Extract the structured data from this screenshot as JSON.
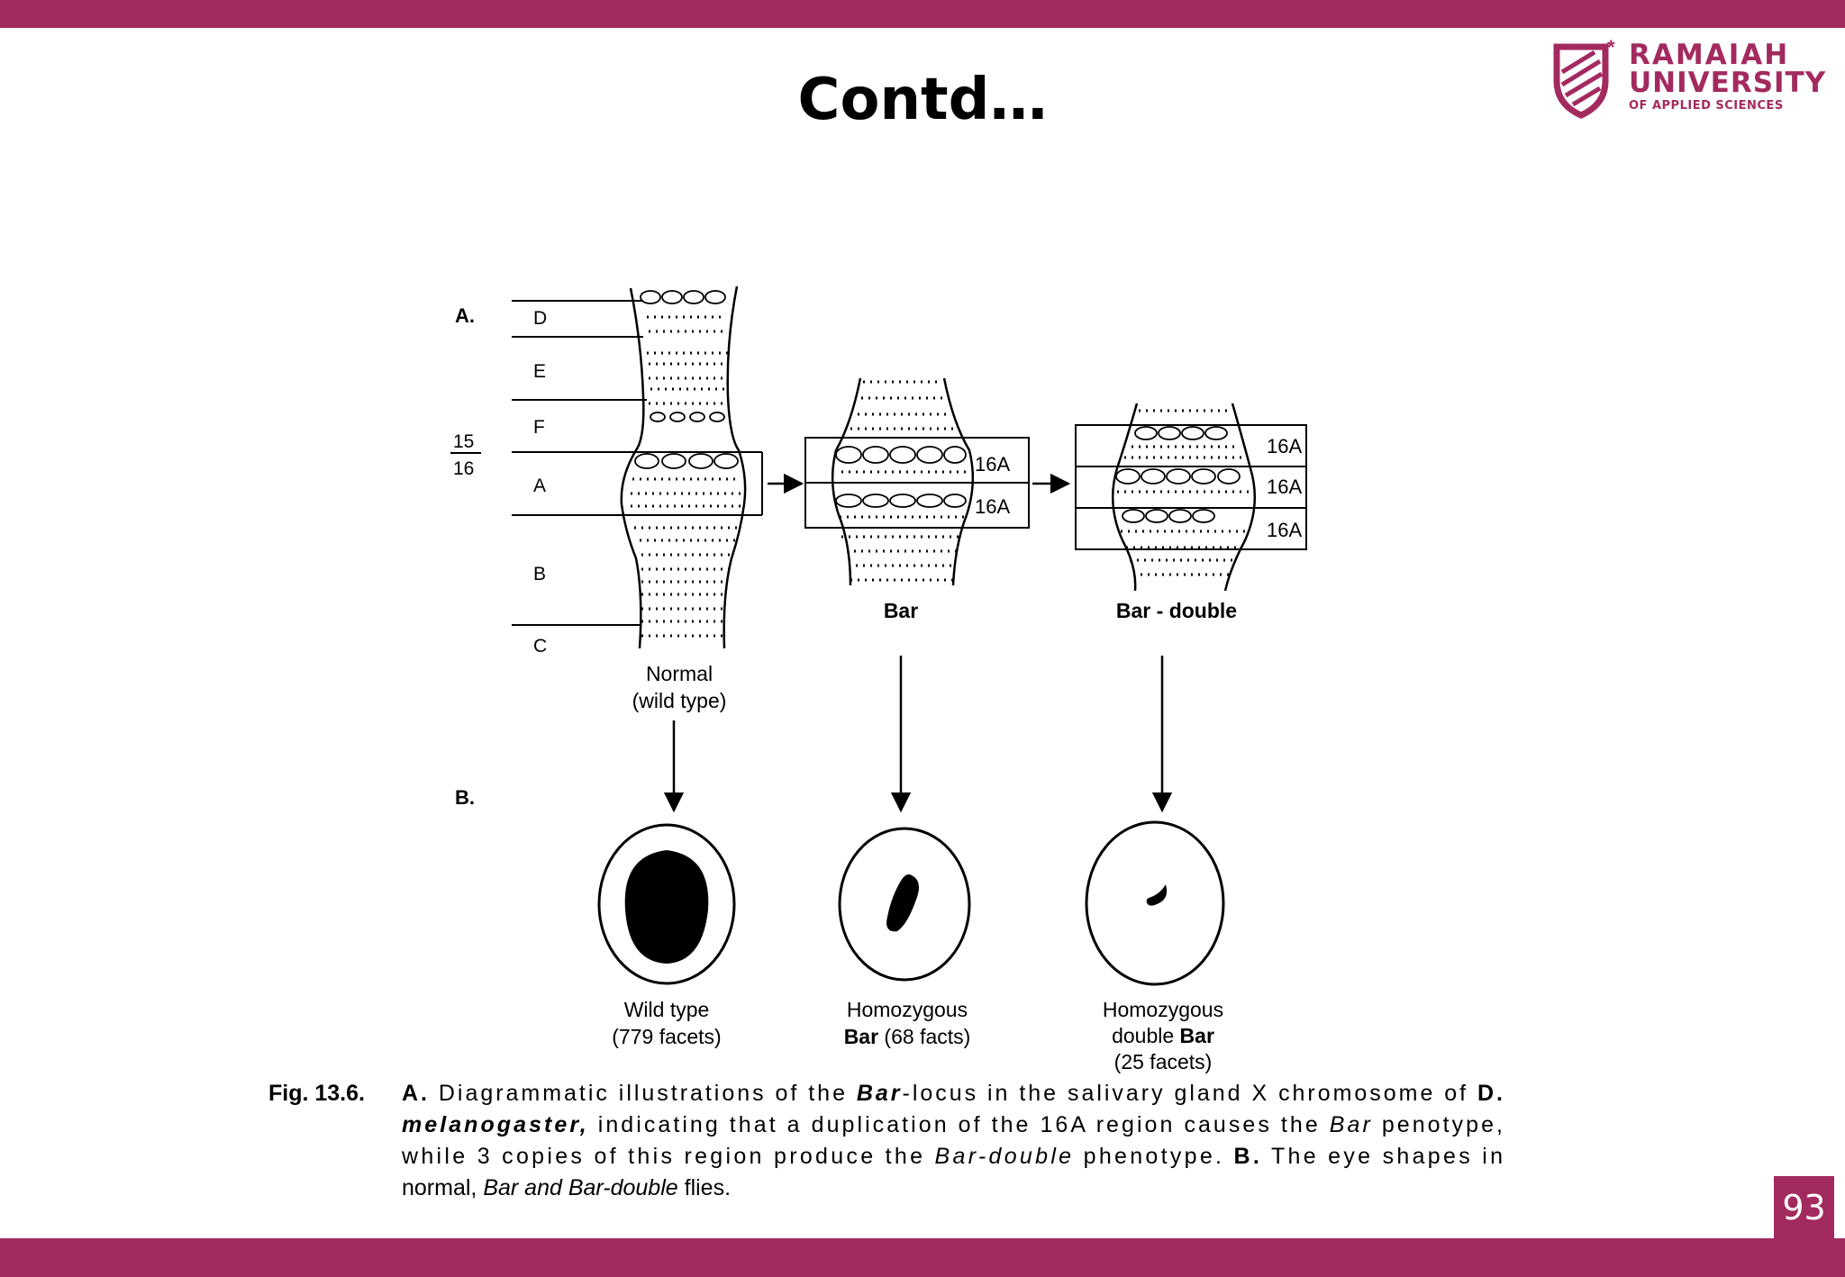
{
  "slide": {
    "title": "Contd…",
    "page_number": "93",
    "brand_color": "#a32a5e"
  },
  "logo": {
    "line1": "RAMAIAH",
    "line2": "UNIVERSITY",
    "line3": "OF APPLIED SCIENCES"
  },
  "figure": {
    "part_a": "A.",
    "part_b": "B.",
    "fraction_top": "15",
    "fraction_bottom": "16",
    "bands": [
      "D",
      "E",
      "F",
      "A",
      "B",
      "C"
    ],
    "region_label": "16A",
    "normal_label_1": "Normal",
    "normal_label_2": "(wild type)",
    "bar_label": "Bar",
    "bar_double_label": "Bar - double",
    "eye_1_line1": "Wild type",
    "eye_1_line2": "(779 facets)",
    "eye_2_line1": "Homozygous",
    "eye_2_line2_bold": "Bar",
    "eye_2_line2_rest": " (68 facts)",
    "eye_3_line1": "Homozygous",
    "eye_3_line2_pre": "double ",
    "eye_3_line2_bold": "Bar",
    "eye_3_line3": "(25 facets)"
  },
  "caption": {
    "fig_no": "Fig. 13.6.",
    "l1_a": "A.",
    "l1_b": " Diagrammatic illustrations of the ",
    "l1_c": "Bar",
    "l1_d": "-locus in the salivary gland X chromosome of ",
    "l1_e": "D.",
    "l2_a": "melanogaster,",
    "l2_b": " indicating that a duplication of the 16A region causes the ",
    "l2_c": "Bar",
    "l2_d": " penotype,",
    "l3_a": "while 3 copies of this region produce the ",
    "l3_b": "Bar-double",
    "l3_c": " phenotype. ",
    "l3_d": "B.",
    "l3_e": " The eye shapes in",
    "l4_a": "normal, ",
    "l4_b": "Bar and Bar-double",
    "l4_c": " flies."
  }
}
